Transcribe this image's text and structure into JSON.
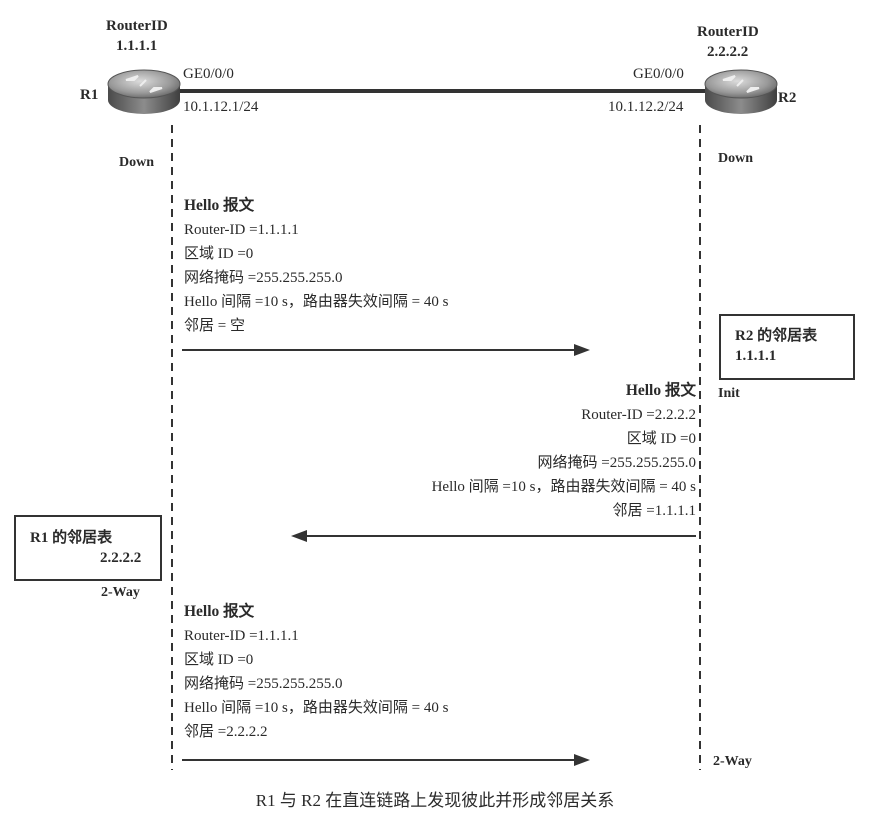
{
  "r1": {
    "id_label": "RouterID",
    "id_value": "1.1.1.1",
    "name": "R1",
    "interface": "GE0/0/0",
    "ip": "10.1.12.1/24",
    "state_initial": "Down",
    "state_final": "2-Way",
    "table_title": "R1 的邻居表",
    "table_entry": "2.2.2.2"
  },
  "r2": {
    "id_label": "RouterID",
    "id_value": "2.2.2.2",
    "name": "R2",
    "interface": "GE0/0/0",
    "ip": "10.1.12.2/24",
    "state_initial": "Down",
    "state_init": "Init",
    "state_final": "2-Way",
    "table_title": "R2 的邻居表",
    "table_entry": "1.1.1.1"
  },
  "messages": [
    {
      "title": "Hello 报文",
      "router_id": "Router-ID =1.1.1.1",
      "area": "区域 ID =0",
      "mask": "网络掩码 =255.255.255.0",
      "intervals": "Hello 间隔 =10 s，路由器失效间隔 = 40 s",
      "neighbor": "邻居 = 空"
    },
    {
      "title": "Hello 报文",
      "router_id": "Router-ID =2.2.2.2",
      "area": "区域 ID =0",
      "mask": "网络掩码 =255.255.255.0",
      "intervals": "Hello 间隔 =10 s，路由器失效间隔 = 40 s",
      "neighbor": "邻居 =1.1.1.1"
    },
    {
      "title": "Hello 报文",
      "router_id": "Router-ID =1.1.1.1",
      "area": "区域 ID =0",
      "mask": "网络掩码 =255.255.255.0",
      "intervals": "Hello 间隔 =10 s，路由器失效间隔 = 40 s",
      "neighbor": "邻居 =2.2.2.2"
    }
  ],
  "caption": "R1 与 R2 在直连链路上发现彼此并形成邻居关系",
  "colors": {
    "line": "#333333",
    "router_body": "#8a8a8a",
    "text": "#2a2a2a"
  }
}
